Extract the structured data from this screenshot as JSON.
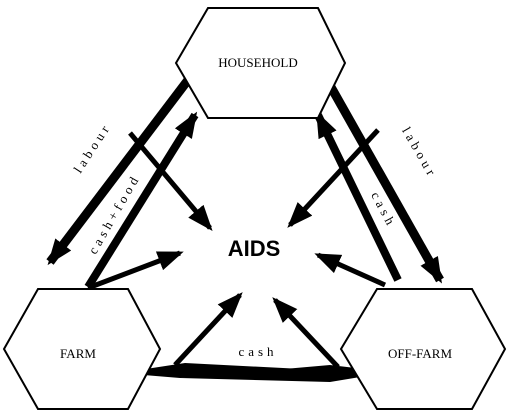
{
  "center": {
    "label": "AIDS"
  },
  "nodes": {
    "household": {
      "label": "HOUSEHOLD"
    },
    "farm": {
      "label": "FARM"
    },
    "offfarm": {
      "label": "OFF-FARM"
    }
  },
  "edge_labels": {
    "labour_left": "labour",
    "labour_right": "labour",
    "cash_food": "cash+food",
    "cash_right": "cash",
    "cash_bottom": "cash"
  },
  "colors": {
    "ink": "#000000",
    "paper": "#ffffff"
  }
}
